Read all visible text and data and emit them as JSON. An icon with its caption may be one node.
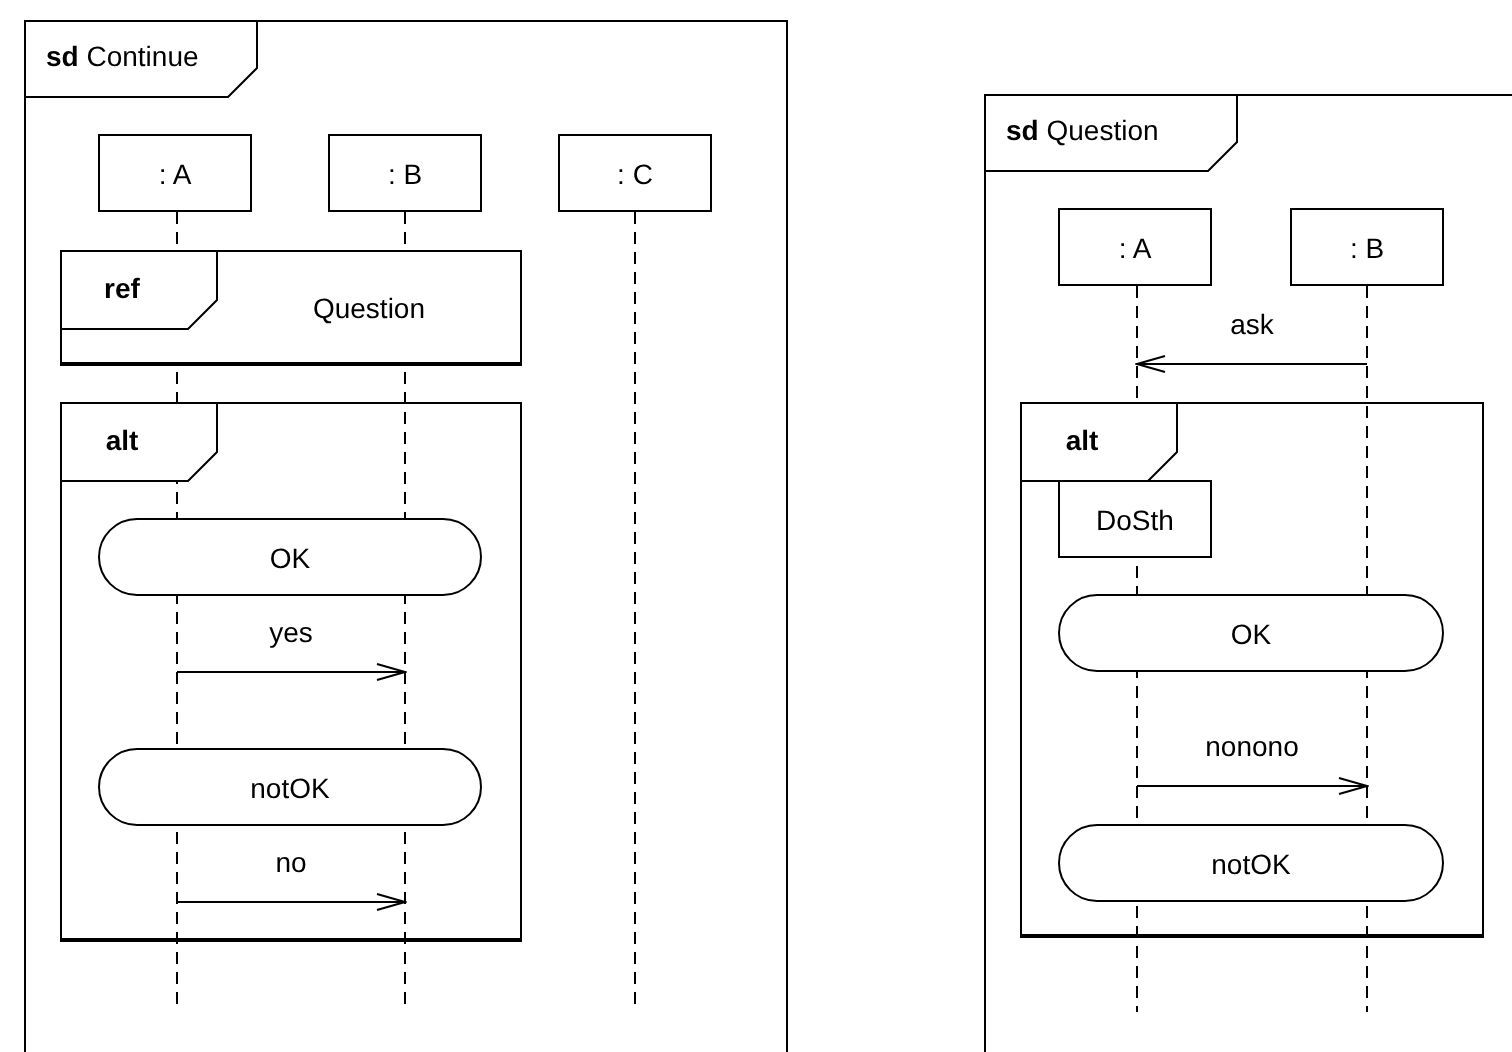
{
  "diagram": {
    "nodes": [
      {
        "text": [
          "**sd** Continue"
        ]
      },
      {
        "text": [
          ": A"
        ],
        "in": 0
      },
      {
        "text": [
          ": B"
        ],
        "in": 0
      },
      {
        "text": [
          ": C"
        ],
        "in": 0
      },
      {
        "text": [],
        "shape": "line",
        "in": 0
      },
      {
        "text": [],
        "shape": "line",
        "in": 0
      },
      {
        "text": [],
        "shape": "line",
        "in": 0
      },
      {
        "text": [
          "ref",
          "Question"
        ],
        "in": 0
      },
      {
        "text": [
          "alt"
        ],
        "in": 0
      },
      {
        "text": [
          "OK"
        ],
        "in": 8
      },
      {
        "text": [
          "notOK"
        ],
        "in": 8
      },
      {
        "text": [
          "**sd** Question"
        ]
      },
      {
        "text": [
          ": A"
        ],
        "in": 11
      },
      {
        "text": [
          ": B"
        ],
        "in": 11
      },
      {
        "text": [],
        "shape": "line",
        "in": 11
      },
      {
        "text": [],
        "shape": "line",
        "in": 11
      },
      {
        "text": [
          "alt"
        ],
        "in": 11
      },
      {
        "text": [
          "DoSth"
        ],
        "in": 16
      },
      {
        "text": [
          "OK"
        ],
        "in": 16
      },
      {
        "text": [
          "notOK"
        ],
        "in": 16
      }
    ],
    "edges": [
      {
        "from": 4,
        "to": 5,
        "label": "yes",
        "arrow": "to"
      },
      {
        "from": 4,
        "to": 5,
        "label": "no",
        "arrow": "to"
      },
      {
        "from": 15,
        "to": 14,
        "label": "ask",
        "arrow": "to"
      },
      {
        "from": 14,
        "to": 15,
        "label": "nonono",
        "arrow": "to"
      }
    ]
  }
}
